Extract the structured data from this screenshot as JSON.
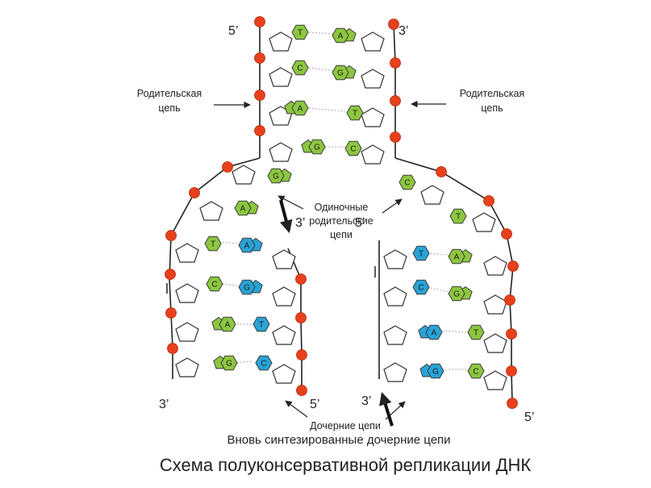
{
  "labels": {
    "five_prime": "5’",
    "three_prime": "3’",
    "parent_chain_line1": "Родительская",
    "parent_chain_line2": "цепь",
    "single_line1": "Одиночные",
    "single_line2": "родительские",
    "single_line3": "цепи",
    "daughter": "Дочерние цепи",
    "new_synth": "Вновь синтезированные дочерние цепи",
    "title": "Схема полуконсервативной репликации ДНК"
  },
  "bases": {
    "parent": [
      [
        "T",
        "A"
      ],
      [
        "C",
        "G"
      ],
      [
        "A",
        "T"
      ],
      [
        "G",
        "C"
      ]
    ],
    "fork_left": [
      "G",
      "A"
    ],
    "fork_right": [
      "C",
      "T"
    ],
    "left_daughter": [
      [
        "T",
        "A"
      ],
      [
        "C",
        "G"
      ],
      [
        "A",
        "T"
      ],
      [
        "G",
        "C"
      ]
    ],
    "right_daughter": [
      [
        "T",
        "A"
      ],
      [
        "C",
        "G"
      ],
      [
        "A",
        "T"
      ],
      [
        "G",
        "C"
      ]
    ]
  },
  "colors": {
    "phosphate": "#e8401c",
    "parental_base": "#8cc63f",
    "daughter_base": "#29a3d6",
    "backbone": "#222222"
  }
}
